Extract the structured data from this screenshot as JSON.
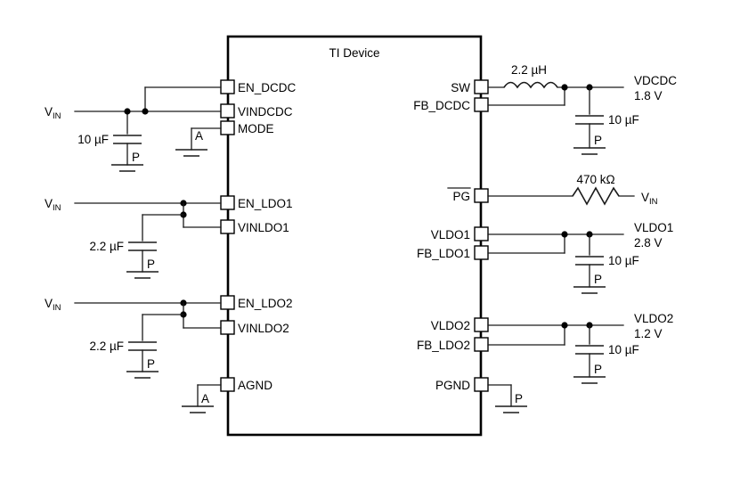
{
  "diagram": {
    "title": "TI Device",
    "type": "schematic",
    "description": "Typical application circuit for a TI PMIC with one DC-DC converter and two LDOs"
  },
  "device": {
    "name": "TI Device",
    "left_pins": [
      {
        "id": "en_dcdc",
        "label": "EN_DCDC"
      },
      {
        "id": "vindcdc",
        "label": "VINDCDC"
      },
      {
        "id": "mode",
        "label": "MODE"
      },
      {
        "id": "en_ldo1",
        "label": "EN_LDO1"
      },
      {
        "id": "vinldo1",
        "label": "VINLDO1"
      },
      {
        "id": "en_ldo2",
        "label": "EN_LDO2"
      },
      {
        "id": "vinldo2",
        "label": "VINLDO2"
      },
      {
        "id": "agnd",
        "label": "AGND"
      }
    ],
    "right_pins": [
      {
        "id": "sw",
        "label": "SW",
        "overline": false
      },
      {
        "id": "fb_dcdc",
        "label": "FB_DCDC",
        "overline": false
      },
      {
        "id": "pg",
        "label": "PG",
        "overline": true
      },
      {
        "id": "vldo1",
        "label": "VLDO1",
        "overline": false
      },
      {
        "id": "fb_ldo1",
        "label": "FB_LDO1",
        "overline": false
      },
      {
        "id": "vldo2",
        "label": "VLDO2",
        "overline": false
      },
      {
        "id": "fb_ldo2",
        "label": "FB_LDO2",
        "overline": false
      },
      {
        "id": "pgnd",
        "label": "PGND",
        "overline": false
      }
    ]
  },
  "supplies": {
    "vin_1": {
      "name": "V",
      "subscript": "IN"
    },
    "vin_2": {
      "name": "V",
      "subscript": "IN"
    },
    "vin_3": {
      "name": "V",
      "subscript": "IN"
    },
    "vin_pg": {
      "name": "V",
      "subscript": "IN"
    }
  },
  "components": {
    "cin_dcdc": {
      "value": "10 µF",
      "type": "capacitor"
    },
    "cin_ldo1": {
      "value": "2.2 µF",
      "type": "capacitor"
    },
    "cin_ldo2": {
      "value": "2.2 µF",
      "type": "capacitor"
    },
    "inductor": {
      "value": "2.2 µH",
      "type": "inductor"
    },
    "cout_dcdc": {
      "value": "10 µF",
      "type": "capacitor"
    },
    "rpg": {
      "value": "470 kΩ",
      "type": "resistor"
    },
    "cout_ldo1": {
      "value": "10 µF",
      "type": "capacitor"
    },
    "cout_ldo2": {
      "value": "10 µF",
      "type": "capacitor"
    }
  },
  "outputs": {
    "vdcdc": {
      "name": "VDCDC",
      "voltage": "1.8 V"
    },
    "vldo1": {
      "name": "VLDO1",
      "voltage": "2.8 V"
    },
    "vldo2": {
      "name": "VLDO2",
      "voltage": "1.2 V"
    }
  },
  "grounds": {
    "p1": "P",
    "p2": "P",
    "p3": "P",
    "a1": "A",
    "a2": "A",
    "p4": "P",
    "p5": "P",
    "p6": "P",
    "p7": "P"
  },
  "colors": {
    "line": "#1a1a1a",
    "box": "#000000",
    "background": "#ffffff",
    "fill": "#ffffff"
  }
}
